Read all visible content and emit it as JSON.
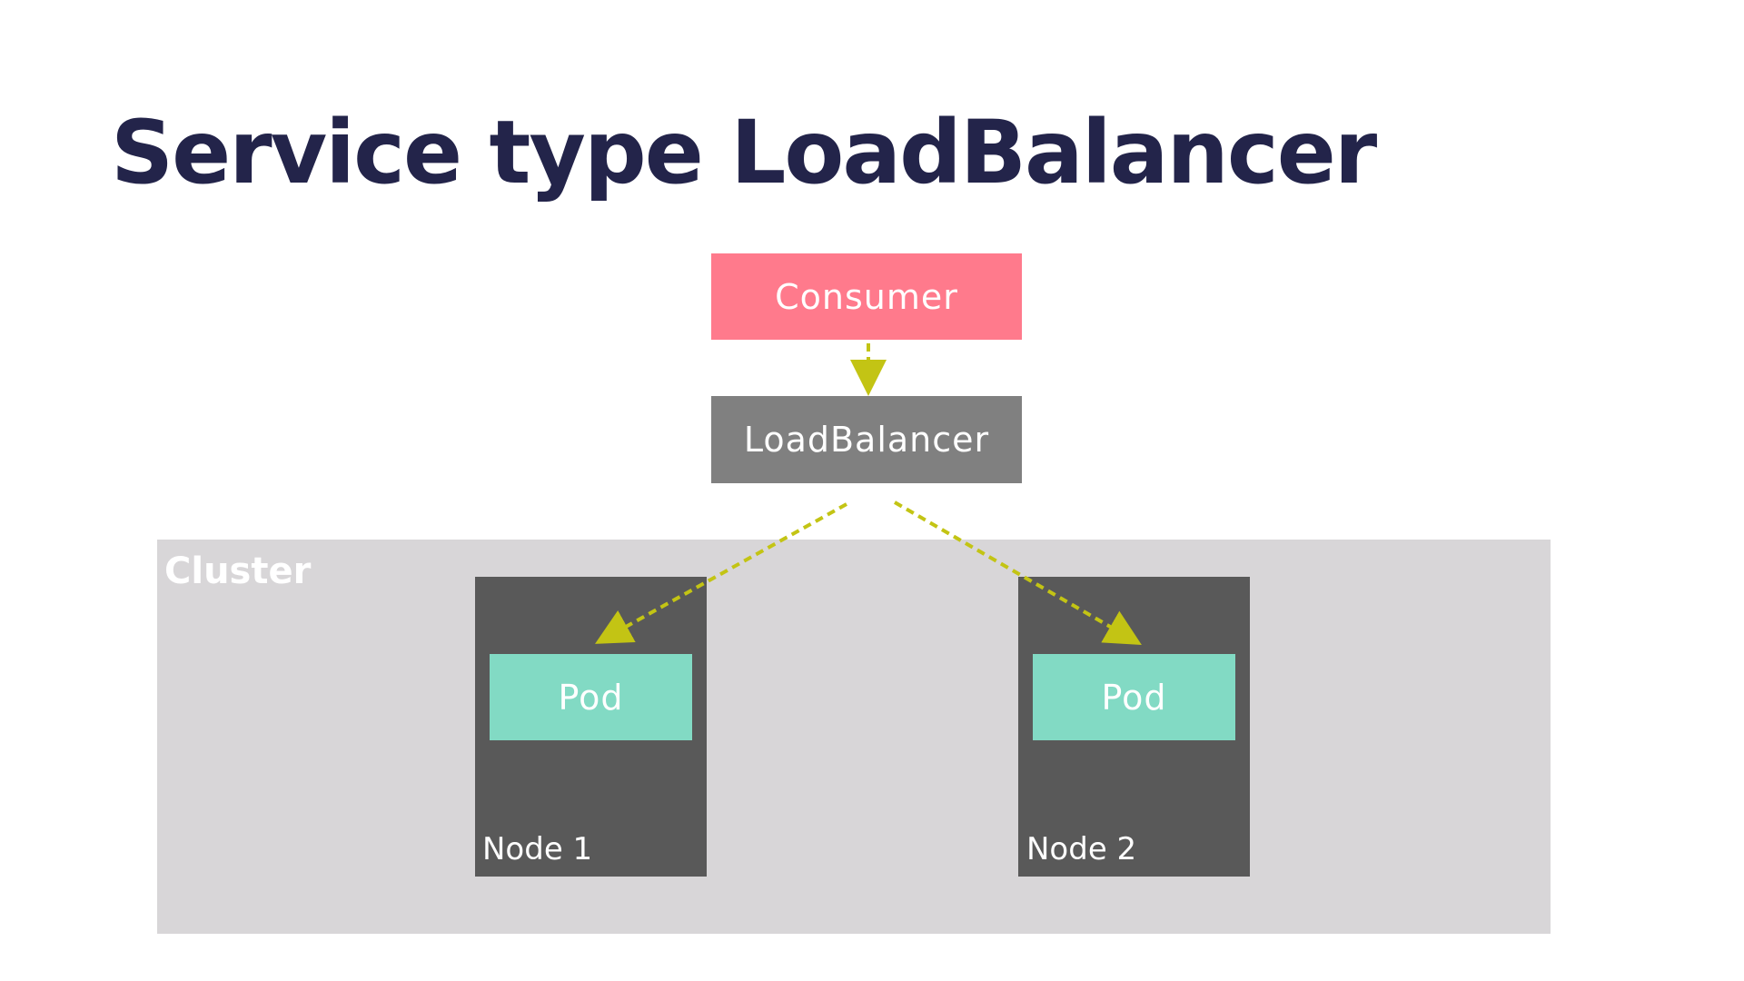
{
  "title": "Service type LoadBalancer",
  "consumer": {
    "label": "Consumer"
  },
  "loadbalancer": {
    "label": "LoadBalancer"
  },
  "cluster": {
    "label": "Cluster",
    "nodes": [
      {
        "label": "Node 1",
        "pod_label": "Pod"
      },
      {
        "label": "Node 2",
        "pod_label": "Pod"
      }
    ]
  },
  "colors": {
    "title": "#23244a",
    "consumer": "#ff7a8c",
    "loadbalancer": "#808080",
    "cluster": "#d8d6d8",
    "node": "#595959",
    "pod": "#82dac4",
    "arrow": "#c3c414"
  }
}
